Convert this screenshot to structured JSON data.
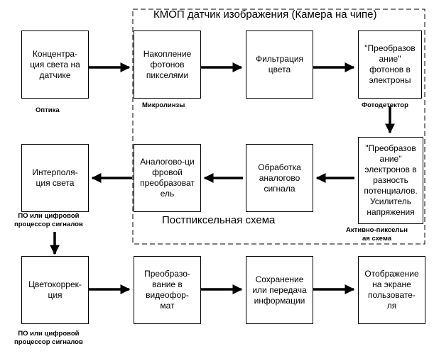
{
  "region": {
    "title": "КМОП датчик изображения (Камера на чипе)",
    "subtitle": "Постпиксельная схема"
  },
  "boxes": {
    "b1": "Концентра-\nция света на\nдатчике",
    "b2": "Накопление\nфотонов\nпикселями",
    "b3": "Фильтрация\nцвета",
    "b4": "\"Преобразов\nание\"\nфотонов в\nэлектроны",
    "b5": "\"Преобразов\nание\"\nэлектронов в\nразность\nпотенциалов.\nУсилитель\nнапряжения",
    "b6": "Обработка\nаналогово\nсигнала",
    "b7": "Аналогово-ци\nфровой\nпреобразоват\nель",
    "b8": "Интерполя-\nция света",
    "b9": "Цветокоррек-\nция",
    "b10": "Преобразо-\nвание в\nвидеофор-\nмат",
    "b11": "Сохранение\nили передача\nинформации",
    "b12": "Отображение\nна экране\nпользовате-\nля"
  },
  "captions": {
    "c1": "Оптика",
    "c2": "Микролинзы",
    "c3": "Фотодетектор",
    "c4": "Активно-пиксельн\nая схема",
    "c5": "ПО или цифровой\nпроцессор сигналов",
    "c6": "ПО или цифровой\nпроцессор сигналов"
  }
}
